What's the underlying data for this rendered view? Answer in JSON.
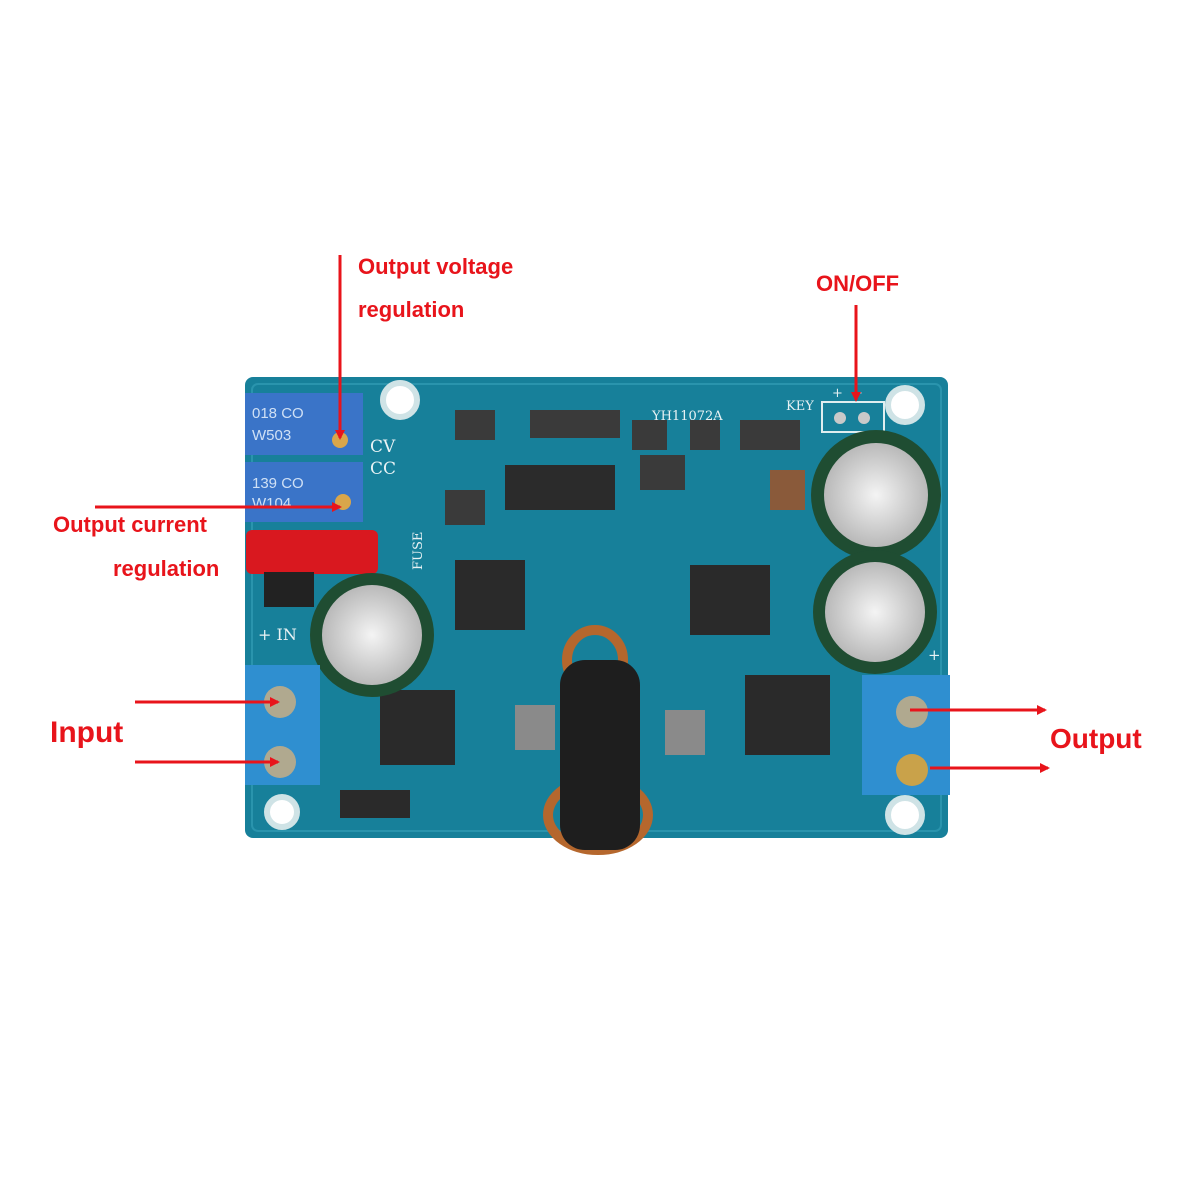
{
  "annotations": {
    "voltage_line1": "Output voltage",
    "voltage_line2": "regulation",
    "onoff": "ON/OFF",
    "current_line1": "Output current",
    "current_line2": "regulation",
    "input": "Input",
    "output": "Output"
  },
  "board": {
    "model": "YH11072A",
    "key": "KEY",
    "key_plus": "+",
    "key_minus": "−",
    "cv": "CV",
    "cc": "CC",
    "fuse": "FUSE",
    "in": "+ IN",
    "out_plus": "+",
    "pot1_line1": "018 CO",
    "pot1_line2": "W503",
    "pot2_line1": "139 CO",
    "pot2_line2": "W104"
  },
  "colors": {
    "annotation": "#e8141b",
    "pcb": "#17809a",
    "terminal": "#2f8fd0"
  }
}
